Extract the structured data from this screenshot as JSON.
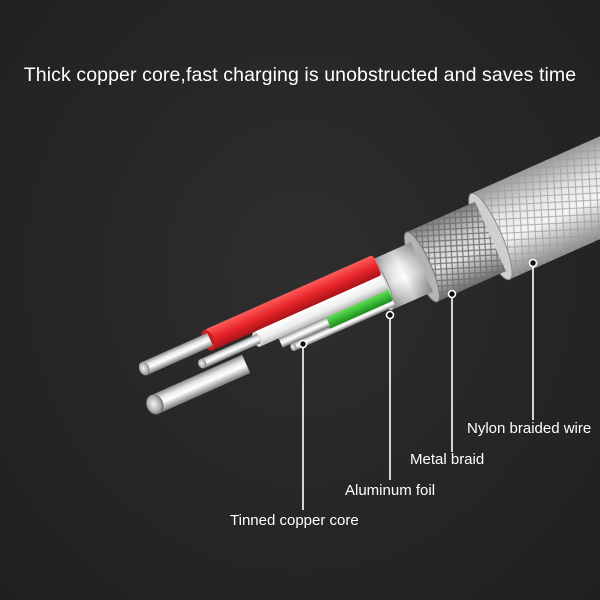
{
  "headline": "Thick copper core,fast charging is unobstructed and saves time",
  "callouts": {
    "nylon_braided_wire": "Nylon braided wire",
    "metal_braid": "Metal braid",
    "aluminum_foil": "Aluminum foil",
    "tinned_copper_core": "Tinned copper core"
  },
  "colors": {
    "background": "#262626",
    "text": "#ffffff",
    "red_insulation": "#e8262b",
    "white_insulation": "#f2f2f2",
    "green_insulation": "#3fc23a",
    "silver": "#c9c9c9"
  }
}
